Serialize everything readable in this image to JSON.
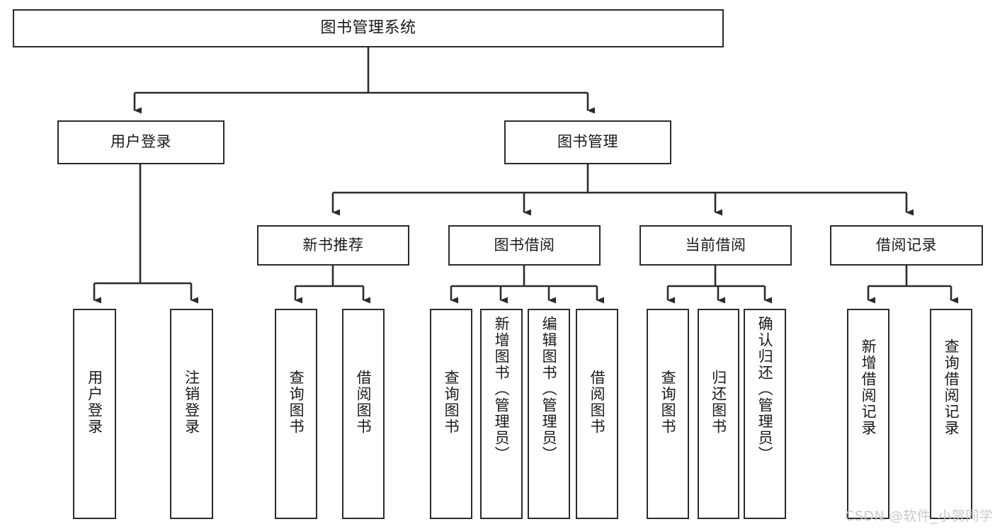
{
  "diagram": {
    "title": "图书管理系统",
    "root": {
      "label": "图书管理系统"
    },
    "level2": [
      {
        "label": "用户登录"
      },
      {
        "label": "图书管理"
      }
    ],
    "level3": [
      {
        "label": "新书推荐"
      },
      {
        "label": "图书借阅"
      },
      {
        "label": "当前借阅"
      },
      {
        "label": "借阅记录"
      }
    ],
    "leaves": [
      {
        "label": "用户登录"
      },
      {
        "label": "注销登录"
      },
      {
        "label": "查询图书"
      },
      {
        "label": "借阅图书"
      },
      {
        "label": "查询图书"
      },
      {
        "label": "新增图书（管理员）"
      },
      {
        "label": "编辑图书（管理员）"
      },
      {
        "label": "借阅图书"
      },
      {
        "label": "查询图书"
      },
      {
        "label": "归还图书"
      },
      {
        "label": "确认归还（管理员）"
      },
      {
        "label": "新增借阅记录"
      },
      {
        "label": "查询借阅记录"
      }
    ]
  },
  "watermark": {
    "text": "CSDN @软件_小贺同学"
  },
  "colors": {
    "stroke": "#2b2b2b",
    "background": "#ffffff",
    "text": "#1a1a1a",
    "watermark": "#c9c9c9"
  }
}
